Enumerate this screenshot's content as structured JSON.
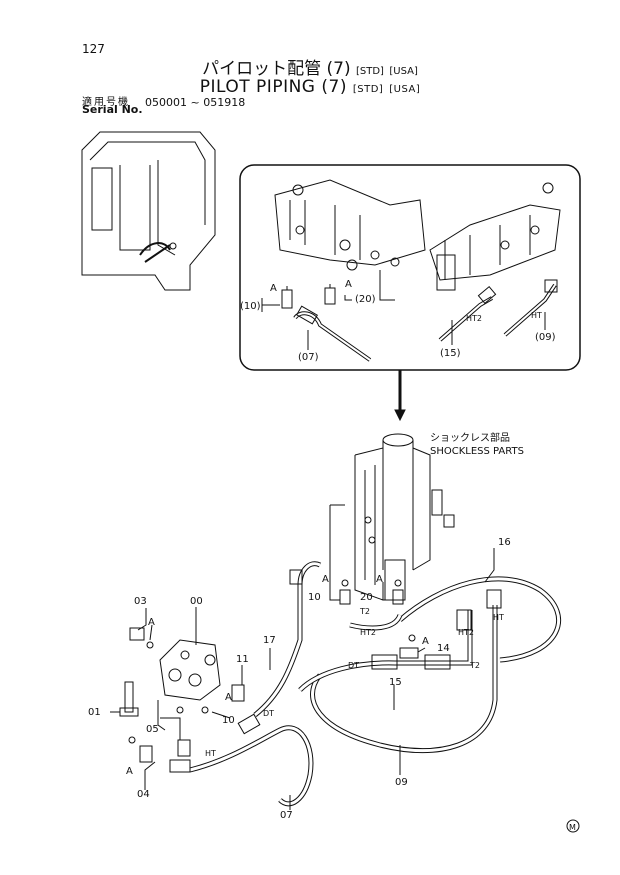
{
  "header": {
    "page_number": "127",
    "title_jp": "パイロット配管 (7)",
    "title_en": "PILOT PIPING (7)",
    "tags": [
      "[STD]",
      "[USA]"
    ],
    "serial_label_jp": "適用号機",
    "serial_label_en": "Serial No.",
    "serial_range": "050001 ~ 051918"
  },
  "detail_view": {
    "callouts": [
      "(10)",
      "A",
      "(20)",
      "A",
      "(07)",
      "(15)",
      "(09)"
    ],
    "hose_tags": [
      "HT2",
      "HT"
    ]
  },
  "main_view": {
    "note_jp": "ショックレス部品",
    "note_en": "SHOCKLESS PARTS",
    "part_numbers": [
      "16",
      "03",
      "00",
      "A",
      "10",
      "A",
      "20",
      "A",
      "17",
      "11",
      "A",
      "14",
      "01",
      "05",
      "A",
      "10",
      "15",
      "A",
      "09",
      "04",
      "07"
    ],
    "hose_tags": [
      "T2",
      "HT2",
      "HT2",
      "HT",
      "DT",
      "T2",
      "DT",
      "HT"
    ]
  },
  "footer": {
    "logo": "M"
  }
}
